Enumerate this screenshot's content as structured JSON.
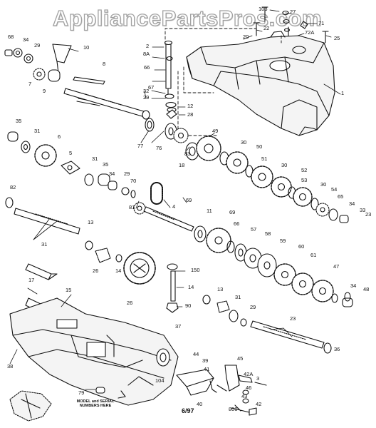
{
  "watermark": "AppliancePartsPros.com",
  "date_code": "6/97",
  "note": {
    "line1": "MODEL and SERIAL",
    "line2": "NUMBERS HERE"
  },
  "part_labels": [
    "103",
    "27",
    "71",
    "72A",
    "25",
    "20",
    "22",
    "68",
    "34",
    "29",
    "10",
    "2",
    "8A",
    "66",
    "1",
    "8",
    "9",
    "7",
    "67",
    "32",
    "29",
    "12",
    "28",
    "77",
    "76",
    "83",
    "49",
    "35",
    "31",
    "6",
    "5",
    "31",
    "35",
    "34",
    "29",
    "70",
    "18",
    "30",
    "50",
    "51",
    "30",
    "52",
    "53",
    "30",
    "54",
    "65",
    "34",
    "33",
    "23",
    "82",
    "81",
    "4",
    "69",
    "11",
    "69",
    "66",
    "57",
    "58",
    "59",
    "60",
    "61",
    "47",
    "31",
    "13",
    "26",
    "14",
    "150",
    "17",
    "14",
    "90",
    "15",
    "26",
    "13",
    "31",
    "29",
    "34",
    "48",
    "23",
    "36",
    "37",
    "44",
    "39",
    "41",
    "45",
    "42A",
    "3",
    "38",
    "104",
    "79",
    "40",
    "46",
    "43",
    "42",
    "800"
  ]
}
